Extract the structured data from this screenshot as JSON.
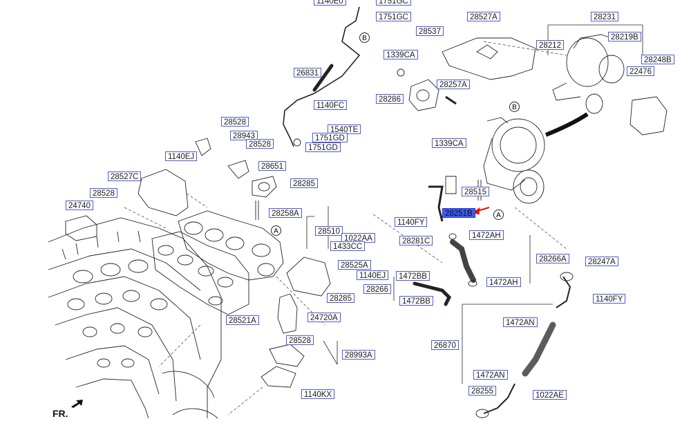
{
  "labels": {
    "p1140E0": "1140E0",
    "p1751GC_top": "1751GC",
    "p1751GC": "1751GC",
    "p26831": "26831",
    "p1140FC": "1140FC",
    "p1540TE": "1540TE",
    "p1751GD_a": "1751GD",
    "p1751GD_b": "1751GD",
    "p28528_a": "28528",
    "p28943": "28943",
    "p28528_b": "28528",
    "p1140EJ_a": "1140EJ",
    "p28651": "28651",
    "p28527C": "28527C",
    "p28285_a": "28285",
    "p28528_c": "28528",
    "p24740": "24740",
    "p28258A": "28258A",
    "p28510": "28510",
    "p1022AA": "1022AA",
    "p1433CC": "1433CC",
    "p28525A": "28525A",
    "p1140EJ_b": "1140EJ",
    "p28285_b": "28285",
    "p24720A": "24720A",
    "p28521A": "28521A",
    "p28528_d": "28528",
    "p28993A": "28993A",
    "p1140KX": "1140KX",
    "p28527A": "28527A",
    "p28231": "28231",
    "p28537": "28537",
    "p1339CA_a": "1339CA",
    "p28212": "28212",
    "p28219B": "28219B",
    "p28248B": "28248B",
    "p22476": "22476",
    "p28257A": "28257A",
    "p28286": "28286",
    "p1339CA_b": "1339CA",
    "p28515": "28515",
    "p28251B": "28251B",
    "p1140FY_a": "1140FY",
    "p28281C": "28281C",
    "p1472AH_a": "1472AH",
    "p28266A": "28266A",
    "p28247A": "28247A",
    "p1472BB_a": "1472BB",
    "p28266": "28266",
    "p1472AH_b": "1472AH",
    "p1472BB_b": "1472BB",
    "p1140FY_b": "1140FY",
    "p1472AN_a": "1472AN",
    "p26870": "26870",
    "p1472AN_b": "1472AN",
    "p28255": "28255",
    "p1022AE": "1022AE"
  },
  "markers": {
    "A": "A",
    "B": "B"
  },
  "front_label": "FR.",
  "highlight_color": "#3d5bf5",
  "pointer_color": "#e01010"
}
